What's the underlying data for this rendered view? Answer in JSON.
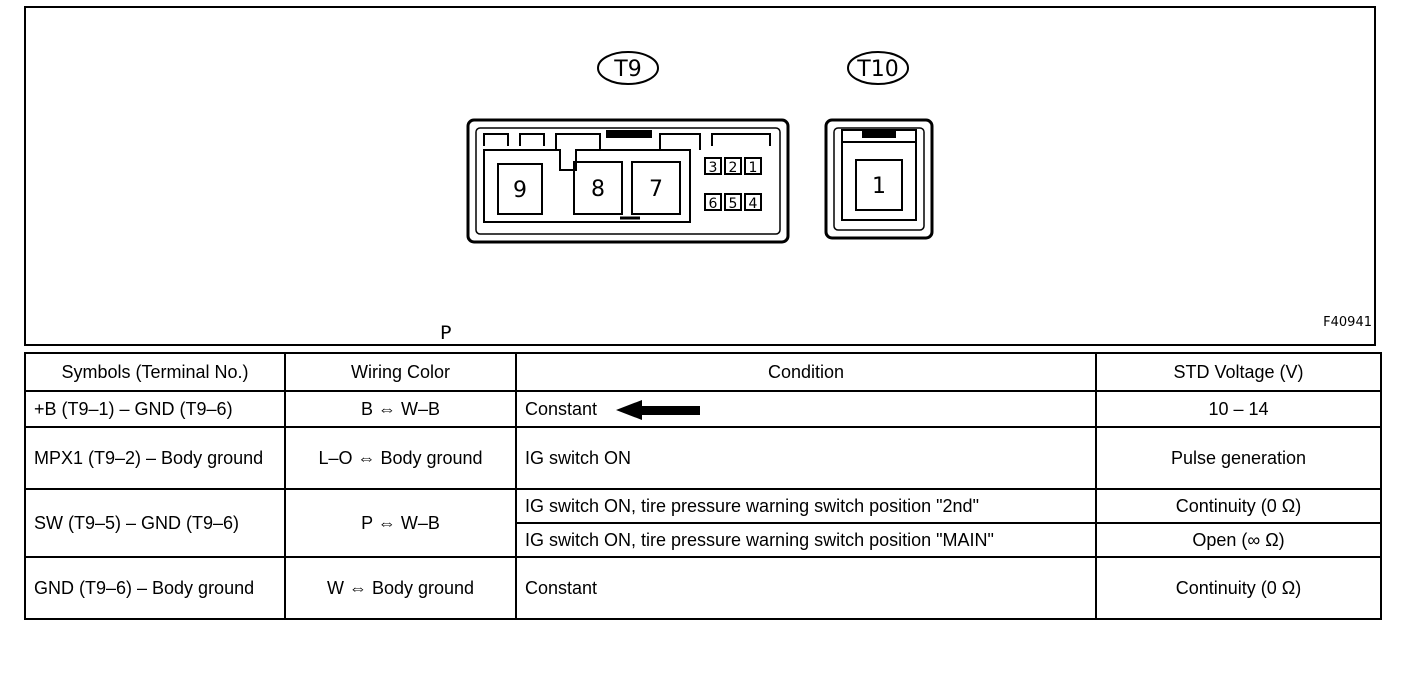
{
  "connectors": {
    "t9": {
      "label": "T9",
      "pins_large": [
        "9",
        "8",
        "7"
      ],
      "pins_small_top": [
        "3",
        "2",
        "1"
      ],
      "pins_small_bottom": [
        "6",
        "5",
        "4"
      ]
    },
    "t10": {
      "label": "T10",
      "pins": [
        "1"
      ]
    }
  },
  "figure_id": "F40941",
  "letter": "P",
  "table": {
    "headers": [
      "Symbols (Terminal No.)",
      "Wiring Color",
      "Condition",
      "STD Voltage (V)"
    ],
    "rows": [
      {
        "symbol": "+B (T9–1) – GND (T9–6)",
        "wiring": "B ⇔ W–B",
        "condition": "Constant",
        "voltage": "10 – 14"
      },
      {
        "symbol": "MPX1 (T9–2) – Body ground",
        "wiring": "L–O ⇔ Body ground",
        "condition": "IG switch ON",
        "voltage": "Pulse generation"
      },
      {
        "symbol": "SW (T9–5) – GND (T9–6)",
        "wiring": "P ⇔ W–B",
        "condition": "IG switch ON, tire pressure warning switch position \"2nd\"",
        "voltage": "Continuity (0 Ω)"
      },
      {
        "condition": "IG switch ON, tire pressure warning switch position \"MAIN\"",
        "voltage": "Open (∞ Ω)"
      },
      {
        "symbol": "GND (T9–6) – Body ground",
        "wiring": "W ⇔ Body ground",
        "condition": "Constant",
        "voltage": "Continuity (0 Ω)"
      }
    ]
  }
}
